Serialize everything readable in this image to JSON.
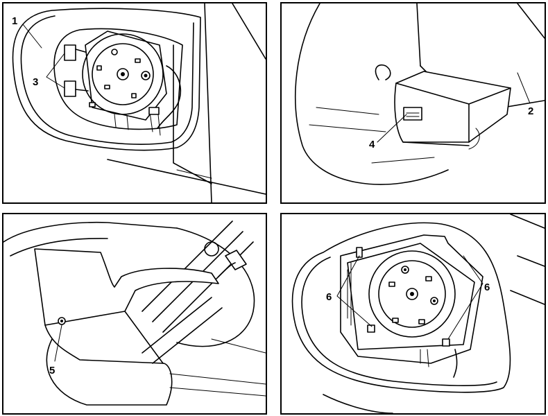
{
  "colors": {
    "line": "#000000",
    "background": "#ffffff"
  },
  "panels": [
    {
      "callouts": [
        "1",
        "3"
      ]
    },
    {
      "callouts": [
        "2",
        "4"
      ]
    },
    {
      "callouts": [
        "5"
      ]
    },
    {
      "callouts": [
        "6",
        "6"
      ]
    }
  ]
}
